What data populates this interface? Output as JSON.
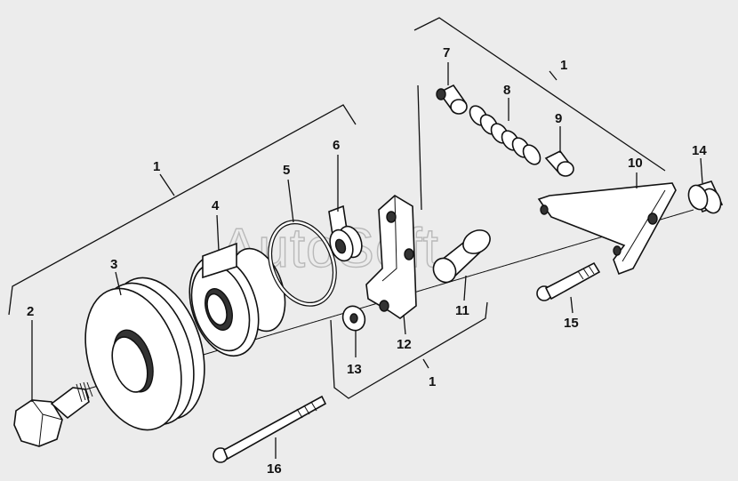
{
  "watermark": "AutoSoft",
  "callouts": [
    "1",
    "1",
    "1",
    "2",
    "3",
    "4",
    "5",
    "6",
    "7",
    "8",
    "9",
    "10",
    "11",
    "12",
    "13",
    "14",
    "15",
    "16"
  ],
  "parts": [
    "hex-bolt",
    "pulley",
    "bearing",
    "circlip",
    "bushing",
    "stud",
    "spring",
    "nut",
    "bracket",
    "sleeve",
    "tensioner-arm",
    "washer",
    "cap",
    "screw",
    "long-bolt"
  ]
}
